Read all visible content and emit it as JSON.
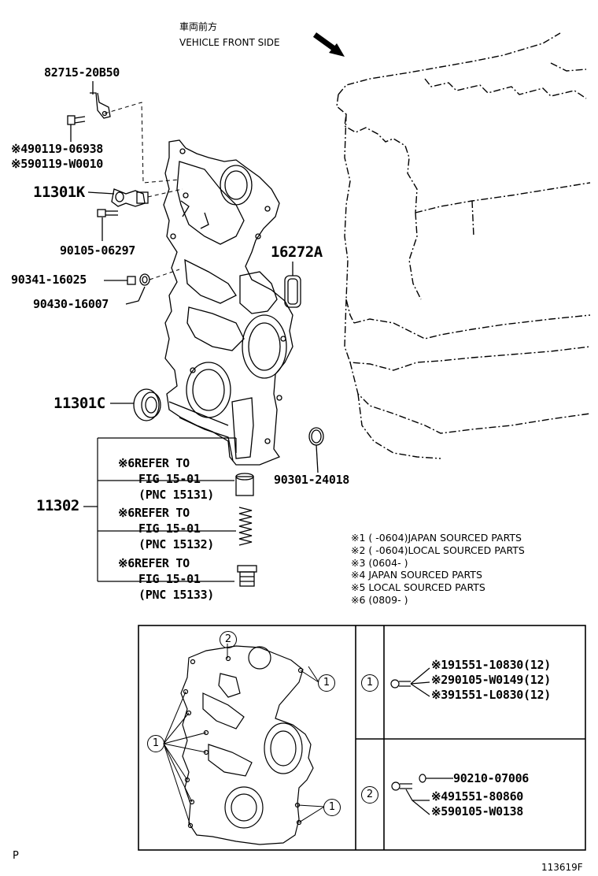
{
  "header": {
    "front_jp": "車両前方",
    "front_en": "VEHICLE FRONT SIDE"
  },
  "parts": {
    "p82715": "82715-20B50",
    "p90119a": "※490119-06938",
    "p90119b": "※590119-W0010",
    "p11301K": "11301K",
    "p90105": "90105-06297",
    "p16272A": "16272A",
    "p90341": "90341-16025",
    "p90430": "90430-16007",
    "p11301C": "11301C",
    "p90301": "90301-24018",
    "p11302": "11302"
  },
  "refs": [
    {
      "refer": "※6REFER TO",
      "fig": "FIG 15-01",
      "pnc": "(PNC 15131)"
    },
    {
      "refer": "※6REFER TO",
      "fig": "FIG 15-01",
      "pnc": "(PNC 15132)"
    },
    {
      "refer": "※6REFER TO",
      "fig": "FIG 15-01",
      "pnc": "(PNC 15133)"
    }
  ],
  "notes": [
    "※1 (      -0604)JAPAN SOURCED PARTS",
    "※2 (      -0604)LOCAL SOURCED PARTS",
    "※3 (0604-      )",
    "※4 JAPAN SOURCED PARTS",
    "※5 LOCAL SOURCED PARTS",
    "※6 (0809-      )"
  ],
  "bolt_table": {
    "row1_id": "1",
    "row1_lines": [
      "※191551-10830(12)",
      "※290105-W0149(12)",
      "※391551-L0830(12)"
    ],
    "row2_id": "2",
    "row2_washer": "90210-07006",
    "row2_lines": [
      "※491551-80860",
      "※590105-W0138"
    ]
  },
  "callouts": {
    "one": "1",
    "two": "2"
  },
  "footer": {
    "left": "P",
    "id": "113619F"
  }
}
